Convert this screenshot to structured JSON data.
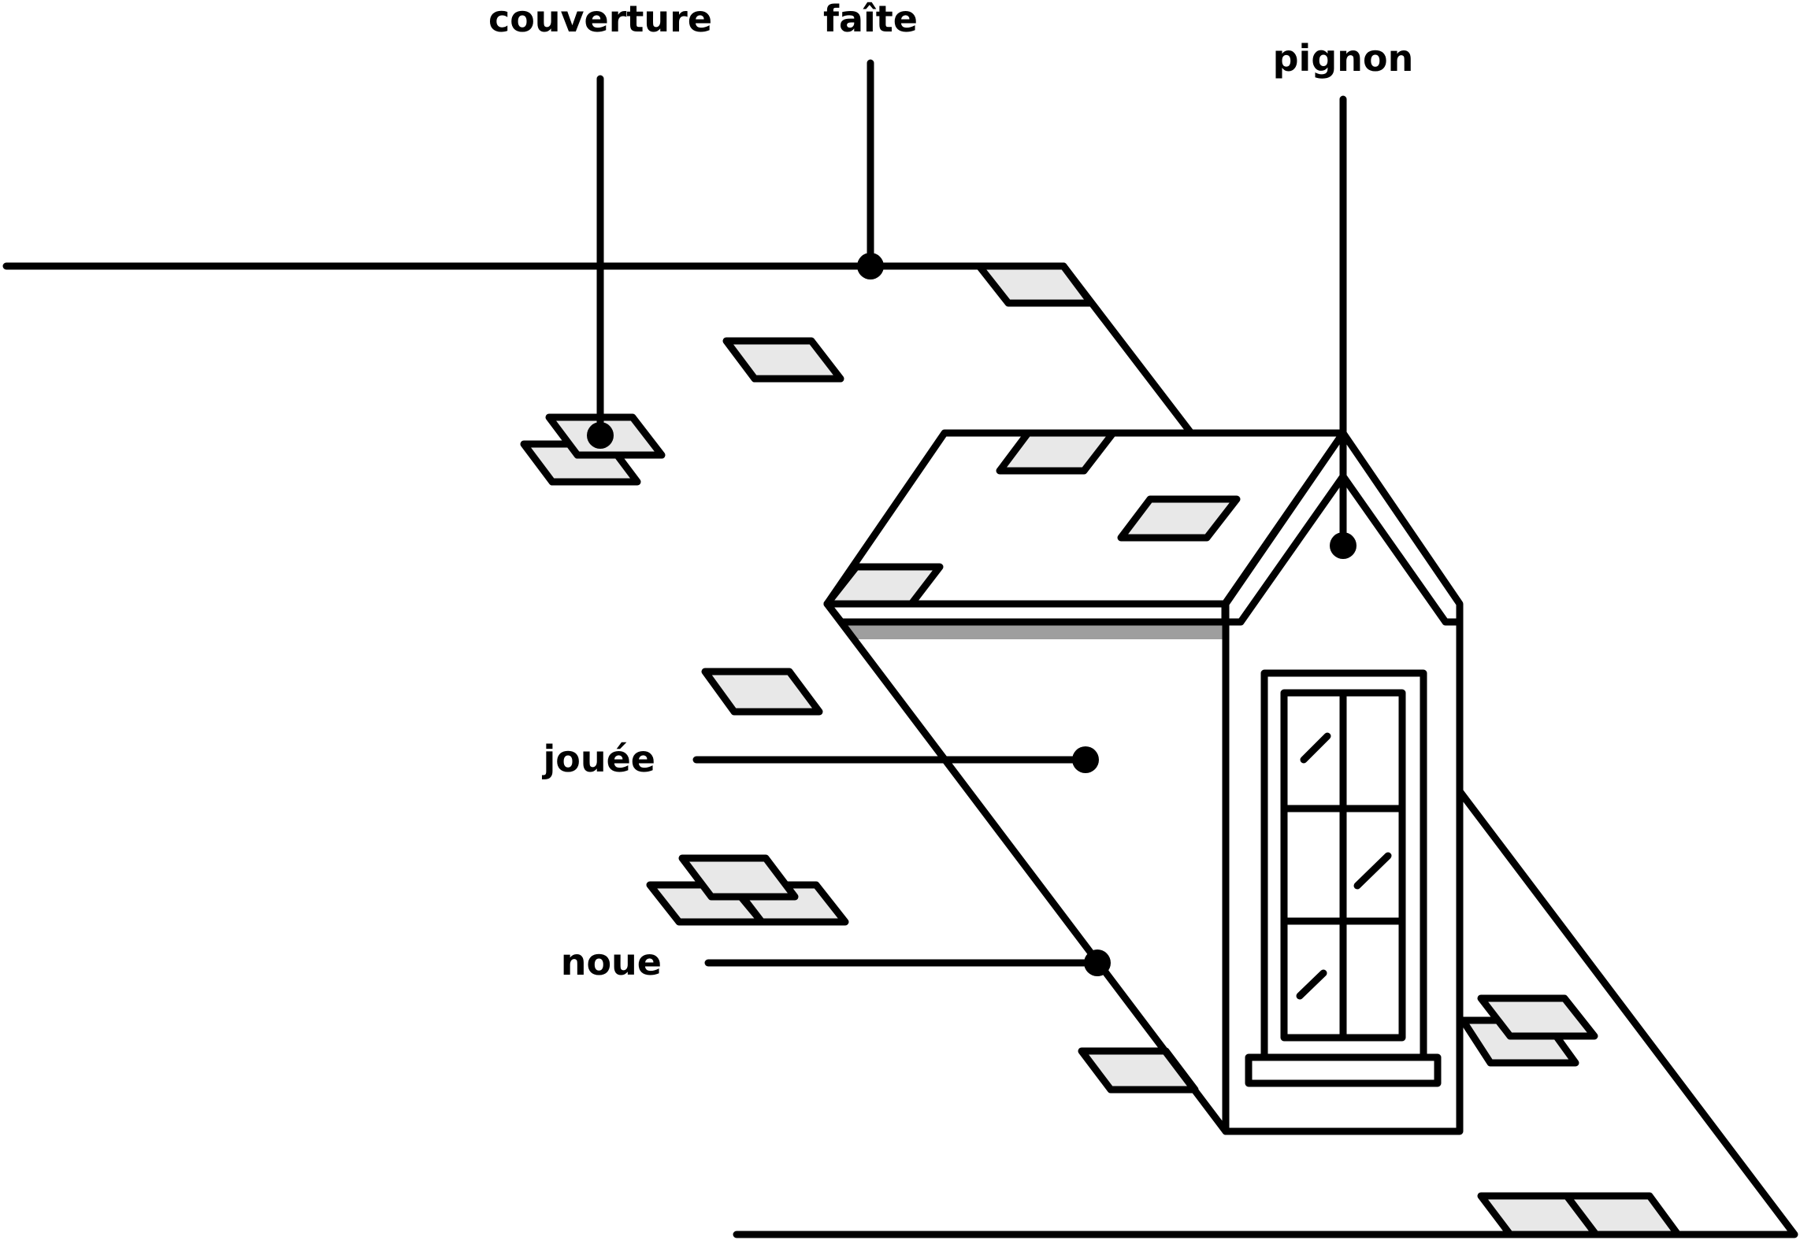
{
  "diagram": {
    "labels": {
      "couverture": "couverture",
      "faite": "faîte",
      "pignon": "pignon",
      "jouee": "jouée",
      "noue": "noue"
    },
    "colors": {
      "stroke": "#000000",
      "tile_fill": "#e8e8e8",
      "shadow": "#9e9e9e",
      "background": "#ffffff"
    }
  }
}
